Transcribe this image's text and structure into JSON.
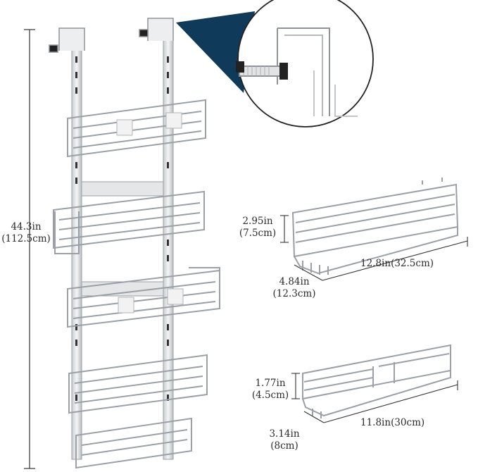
{
  "product": {
    "overall_height": {
      "in": "44.3in",
      "cm": "(112.5cm)"
    },
    "large_basket": {
      "height": {
        "in": "2.95in",
        "cm": "(7.5cm)"
      },
      "depth": {
        "in": "4.84in",
        "cm": "(12.3cm)"
      },
      "width": "12.8in(32.5cm)"
    },
    "small_basket": {
      "height": {
        "in": "1.77in",
        "cm": "(4.5cm)"
      },
      "depth": {
        "in": "3.14in",
        "cm": "(8cm)"
      },
      "width": "11.8in(30cm)"
    }
  },
  "colors": {
    "dimension_line": "#333333",
    "wire": "#9aa0a6",
    "callout_fill": "#0f3a5a"
  }
}
